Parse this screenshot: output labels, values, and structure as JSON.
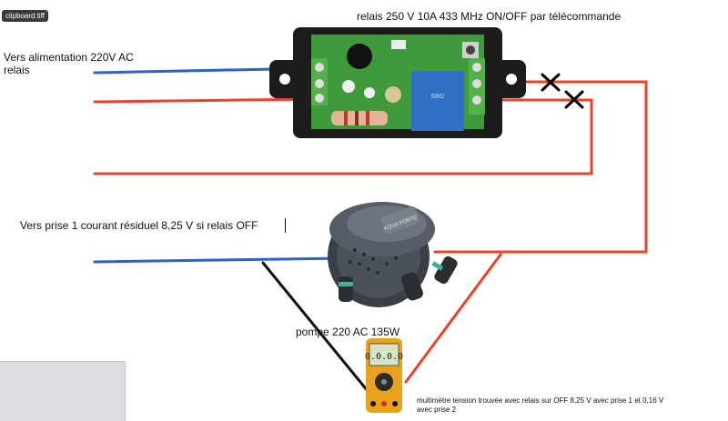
{
  "file_tag": "clipboard.tiff",
  "title": "relais 250 V 10A 433 MHz ON/OFF par télécommande",
  "label_power_line1": "Vers alimentation 220V AC",
  "label_power_line2": "relais",
  "label_socket": "Vers prise 1 courant résiduel 8,25 V si relais OFF",
  "label_pump": "pompe 220 AC 135W",
  "label_multimeter_line1": "multimètre tension trouvée avec relais sur OFF 8,25 V avec prise 1 et 0,16 V",
  "label_multimeter_line2": "avec prise 2",
  "multimeter_reading": "0.0.0.0",
  "pump_brand": "AQUA FORTE",
  "colors": {
    "neutral_wire": "#2f5fd0",
    "live_wire": "#e8442a",
    "ground_probe": "#111111",
    "relay_body": "#1c1c1c",
    "pcb": "#3f9a3b",
    "relay_cube": "#2f6fc4",
    "multimeter_body": "#e8a21c"
  }
}
